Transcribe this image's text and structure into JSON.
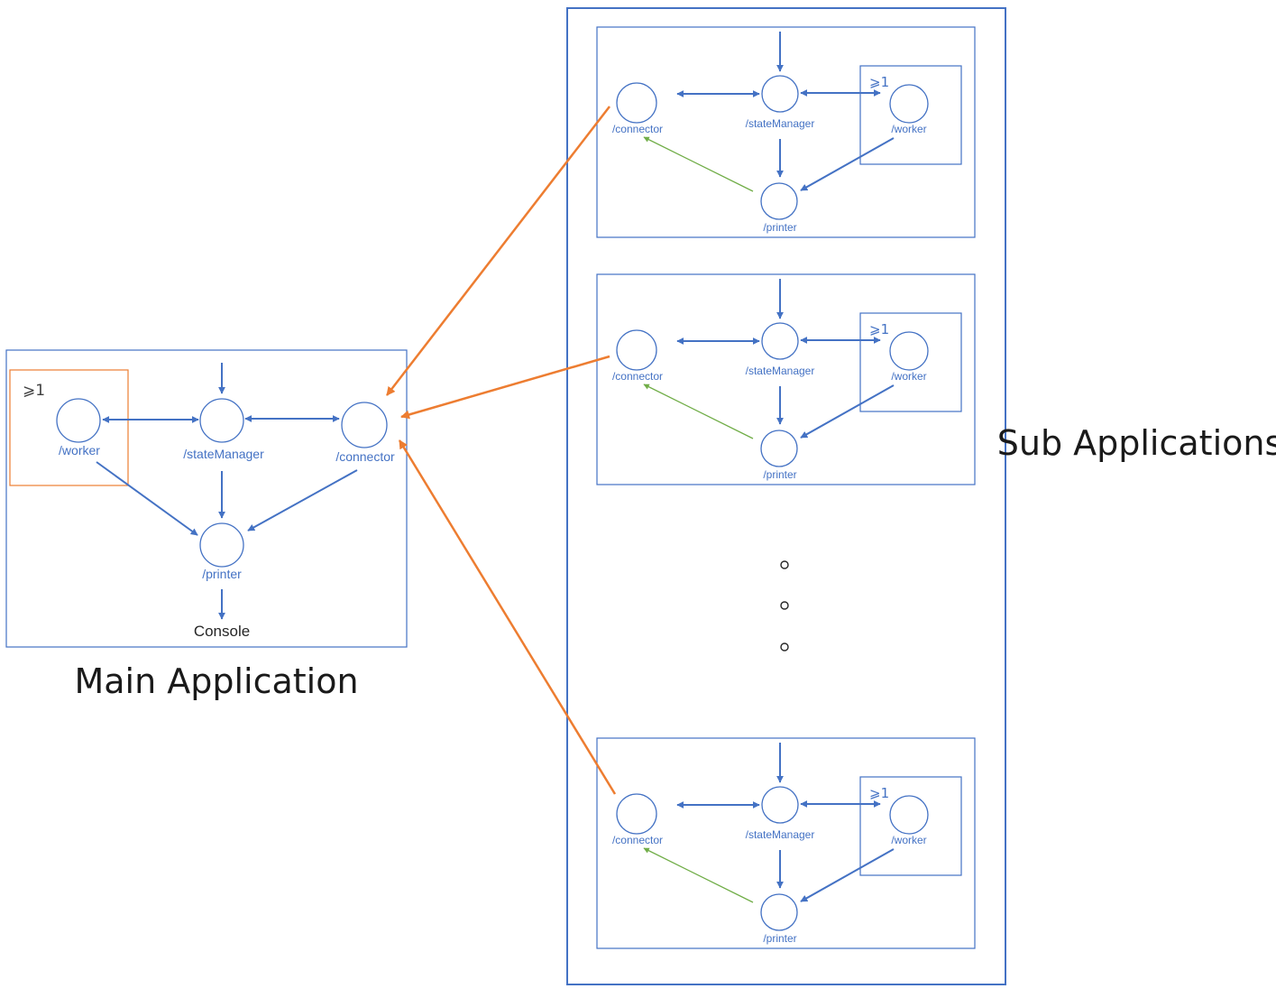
{
  "main_application": {
    "title": "Main Application",
    "worker_badge": "⩾1",
    "nodes": {
      "worker": "/worker",
      "state_manager": "/stateManager",
      "connector": "/connector",
      "printer": "/printer"
    },
    "console_label": "Console"
  },
  "sub_applications": {
    "title": "Sub Applications",
    "instances": [
      {
        "worker_badge": "⩾1",
        "nodes": {
          "connector": "/connector",
          "state_manager": "/stateManager",
          "worker": "/worker",
          "printer": "/printer"
        }
      },
      {
        "worker_badge": "⩾1",
        "nodes": {
          "connector": "/connector",
          "state_manager": "/stateManager",
          "worker": "/worker",
          "printer": "/printer"
        }
      },
      {
        "worker_badge": "⩾1",
        "nodes": {
          "connector": "/connector",
          "state_manager": "/stateManager",
          "worker": "/worker",
          "printer": "/printer"
        }
      }
    ],
    "ellipsis": [
      "∘",
      "∘",
      "∘"
    ]
  },
  "colors": {
    "node_blue": "#4472C4",
    "connection_orange": "#ED7D31",
    "feedback_green": "#70AD47"
  }
}
